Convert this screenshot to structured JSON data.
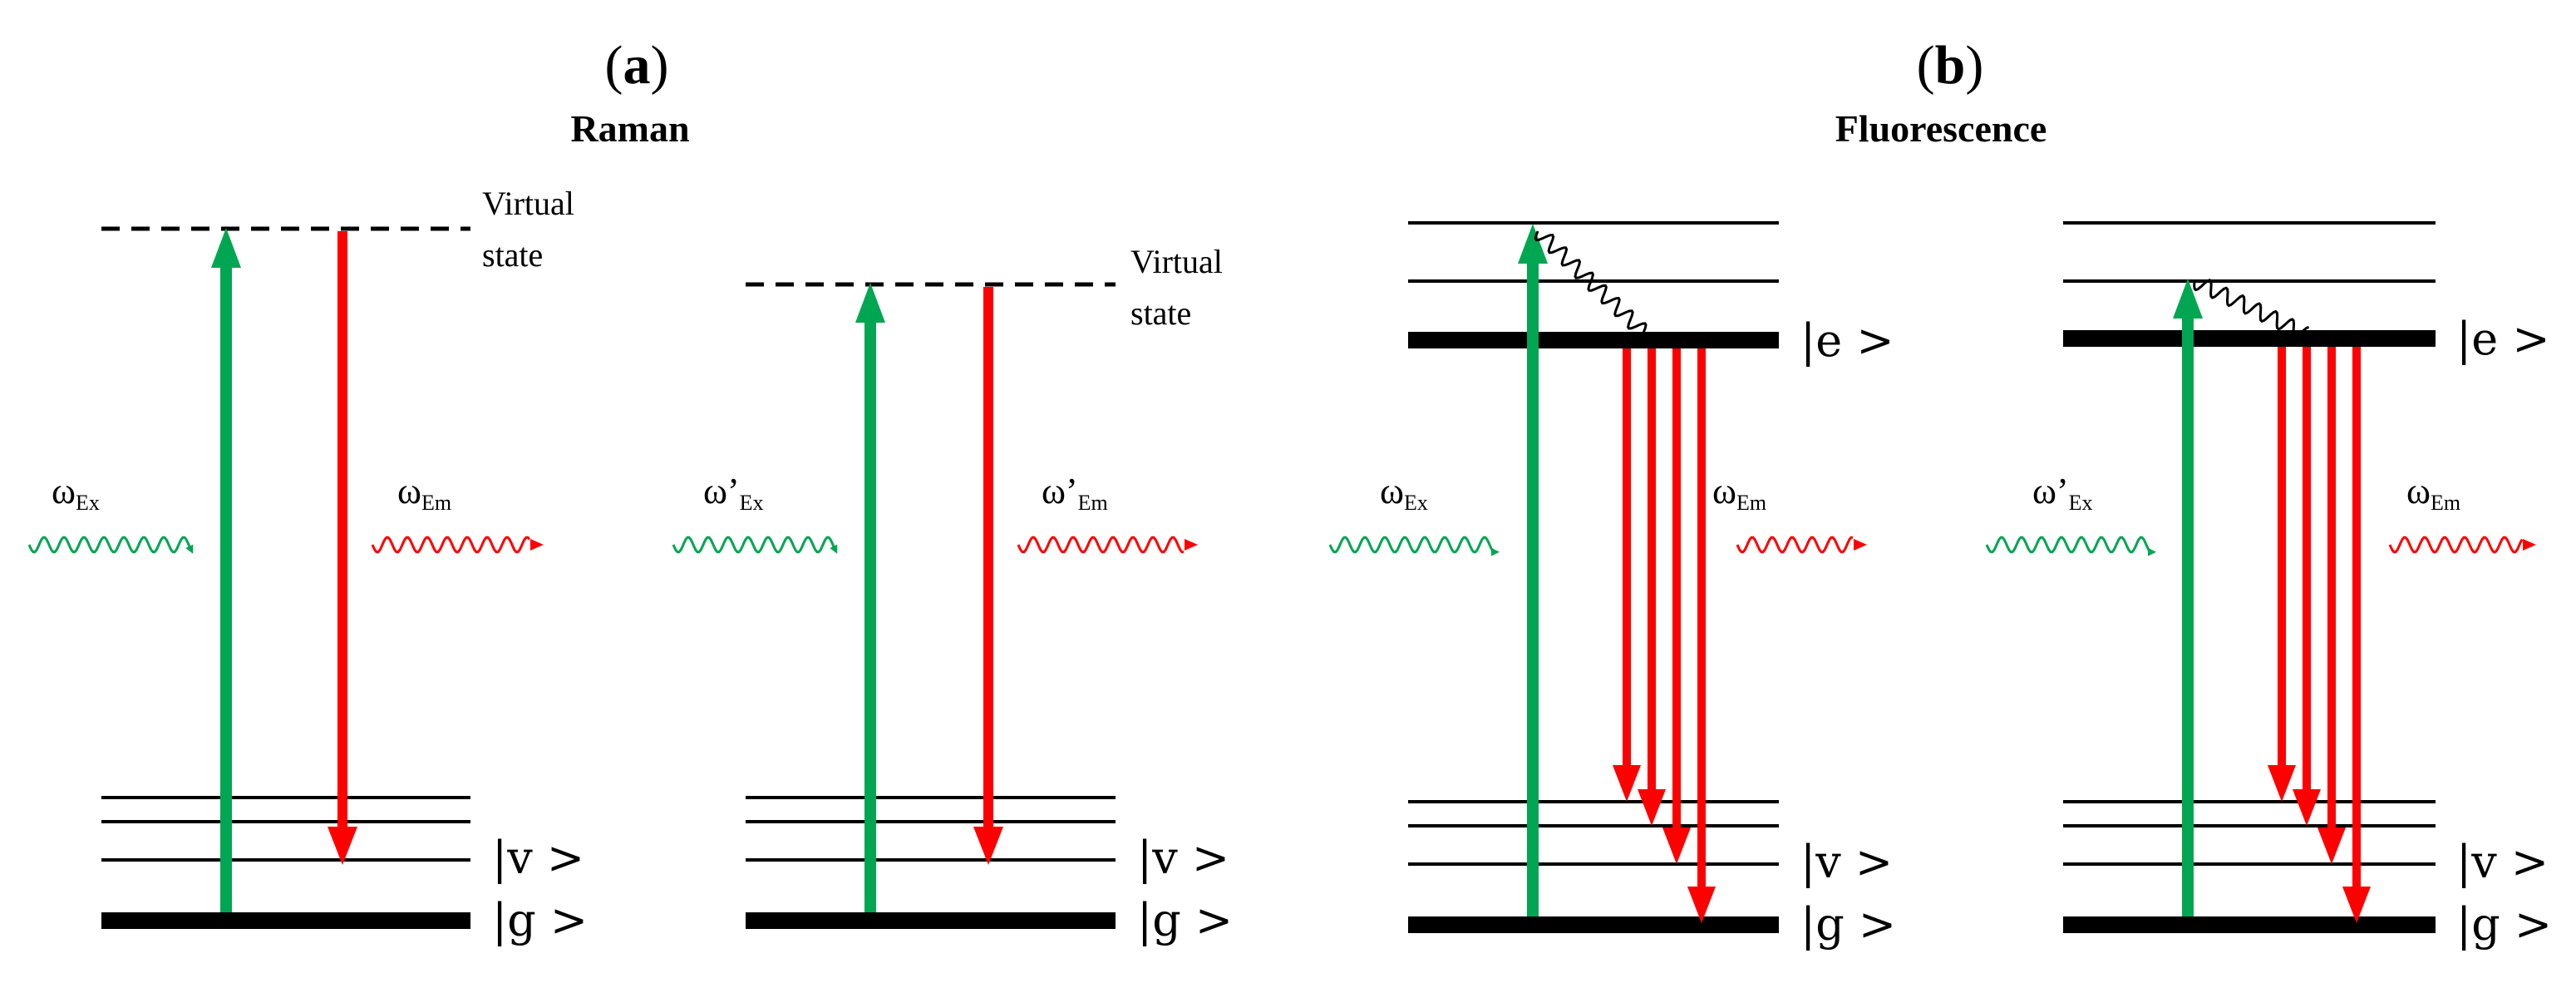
{
  "panels": [
    {
      "label": "(a)",
      "label_letter": "a",
      "title": "Raman"
    },
    {
      "label": "(b)",
      "label_letter": "b",
      "title": "Fluorescence"
    }
  ],
  "labels": {
    "virtual_line1": "Virtual",
    "virtual_line2": "state",
    "excited": "|e >",
    "vibrational": "|v >",
    "ground": "|g >"
  },
  "photons": {
    "omega": "ω",
    "prime": "’",
    "ex_sub": "Ex",
    "em_sub": "Em"
  },
  "colors": {
    "excitation": "#00a651",
    "emission": "#ff0000",
    "levels": "#000000",
    "relaxation": "#000000"
  }
}
